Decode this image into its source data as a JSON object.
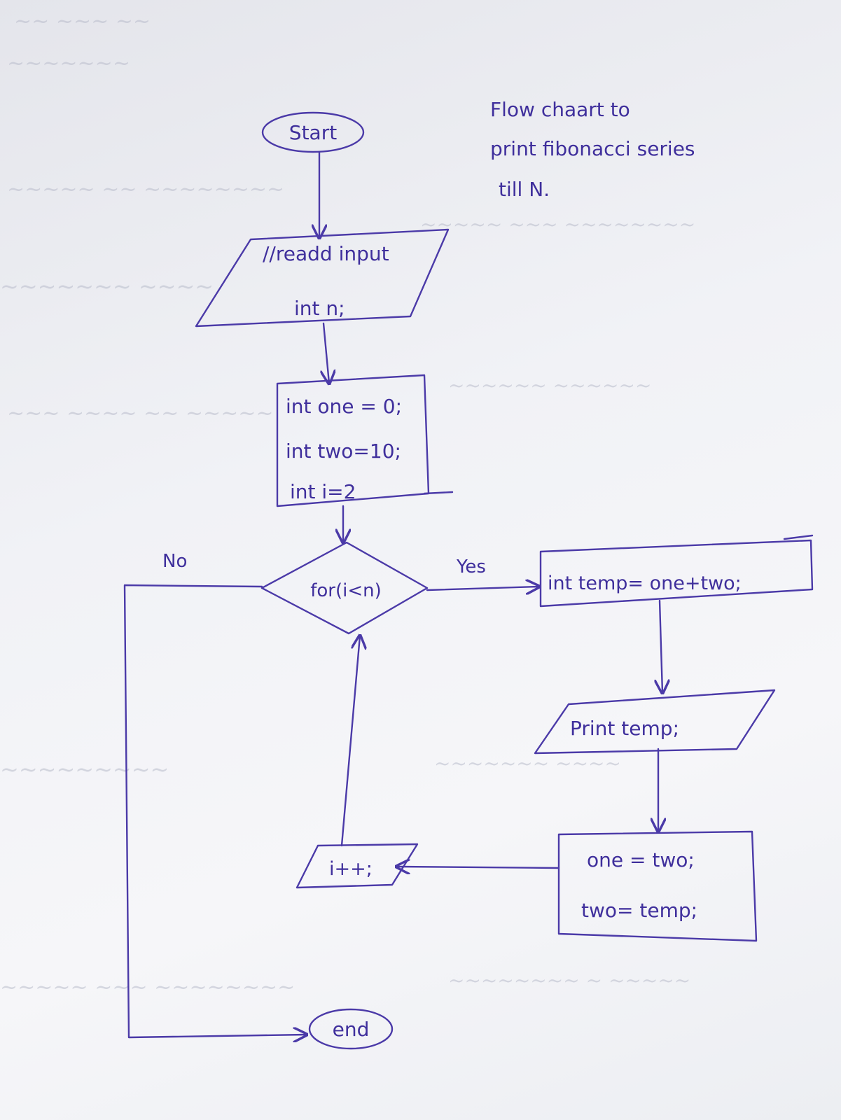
{
  "ink_color": "#4b3aa8",
  "paper_color": "#f1f2f6",
  "title_lines": [
    "Flow chaart to",
    "print fibonacci series",
    "till N."
  ],
  "nodes": {
    "start": "Start",
    "input": [
      "//readd input",
      "int n;"
    ],
    "init": [
      "int one = 0;",
      "int two=10;",
      "int i=2"
    ],
    "decision": "for(i<n)",
    "temp": "int temp= one+two;",
    "print": "Print temp;",
    "swap": [
      "one = two;",
      "two= temp;"
    ],
    "increment": "i++;",
    "end": "end"
  },
  "edge_labels": {
    "yes": "Yes",
    "no": "No"
  }
}
